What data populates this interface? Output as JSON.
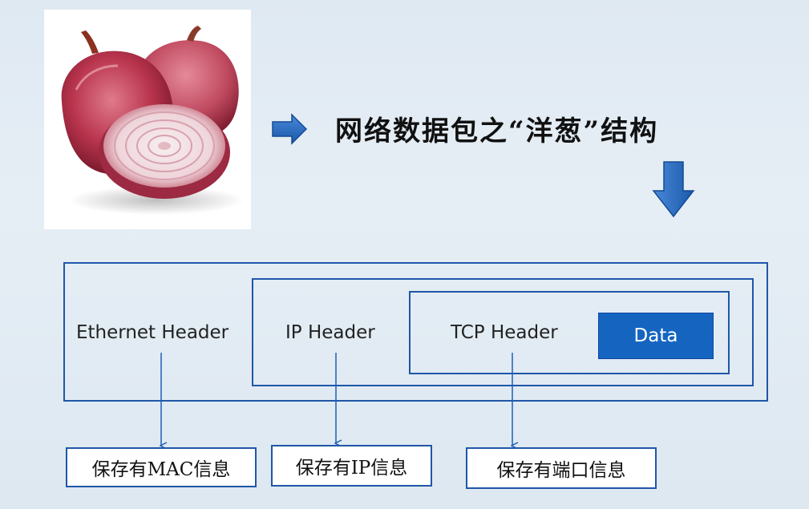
{
  "title": "网络数据包之“洋葱”结构",
  "layers": {
    "ethernet": "Ethernet Header",
    "ip": "IP Header",
    "tcp": "TCP Header",
    "data": "Data"
  },
  "info": {
    "mac": "保存有MAC信息",
    "ip": "保存有IP信息",
    "port": "保存有端口信息"
  },
  "colors": {
    "frame": "#1f56a8",
    "data_fill": "#1565c0",
    "arrow": "#1c5fb8"
  },
  "icons": {
    "onion_image": "onion-photo",
    "right_arrow": "arrow-right-icon",
    "down_arrow": "arrow-down-icon"
  }
}
